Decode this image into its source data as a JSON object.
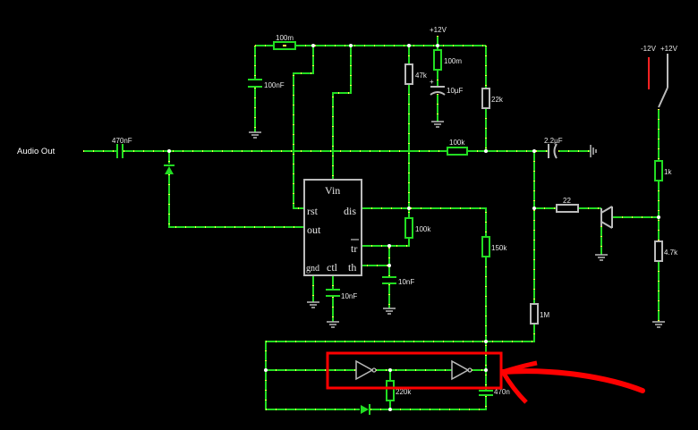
{
  "components": {
    "audio_out": "Audio Out",
    "supply_pos": "+12V",
    "supply_neg": "-12V",
    "supply_pos_right": "+12V",
    "c_in": "470nF",
    "r_top": "100m",
    "c_decouple": "100nF",
    "r_47k": "47k",
    "r_100m_v": "100m",
    "c_10uf": "10µF",
    "r_22k": "22k",
    "r_100k_h": "100k",
    "c_22uf": "2.2µF",
    "r_22": "22",
    "r_1k": "1k",
    "r_47k_b": "4.7k",
    "r_100k_v": "100k",
    "r_150k": "150k",
    "c_10nf_a": "10nF",
    "c_10nf_b": "10nF",
    "r_1m": "1M",
    "r_220k": "220k",
    "c_470": "470n"
  },
  "chip_555": {
    "vin": "Vin",
    "rst": "rst",
    "dis": "dis",
    "out": "out",
    "tr": "tr",
    "gnd": "gnd",
    "ctl": "ctl",
    "th": "th"
  },
  "annotation": {
    "highlight_color": "#ff0000",
    "wire_color": "#22dd22",
    "dot_color": "#ffff44"
  }
}
